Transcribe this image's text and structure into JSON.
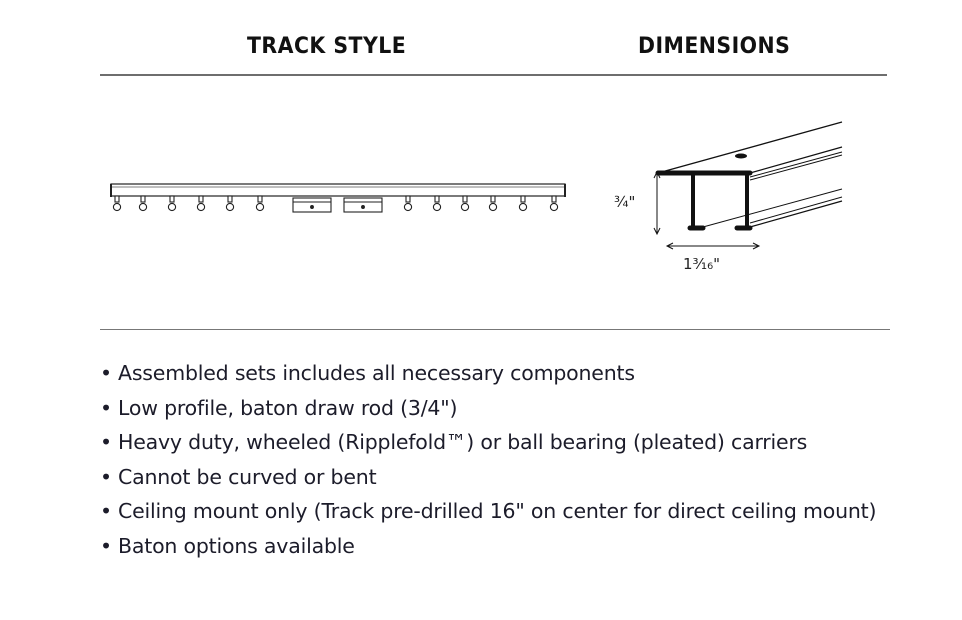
{
  "headings": {
    "track_style": "TRACK STYLE",
    "dimensions": "DIMENSIONS"
  },
  "track_illustration": {
    "description": "Side view of curtain track with carriers",
    "left_carriers": 6,
    "master_carriers": 2,
    "right_carriers": 6
  },
  "dimensions": {
    "height_label": "¾\"",
    "width_label": "1³⁄₁₆\""
  },
  "features": {
    "bullet": "•",
    "items": [
      "Assembled sets includes all necessary components",
      "Low profile, baton draw rod (3/4\")",
      "Heavy duty, wheeled (Ripplefold™) or ball bearing (pleated) carriers",
      "Cannot be curved or bent",
      "Ceiling mount only (Track pre-drilled 16\" on center for direct ceiling mount)",
      "Baton options available"
    ]
  },
  "colors": {
    "rule": "#6e6e6e",
    "text": "#1c1c2a"
  }
}
